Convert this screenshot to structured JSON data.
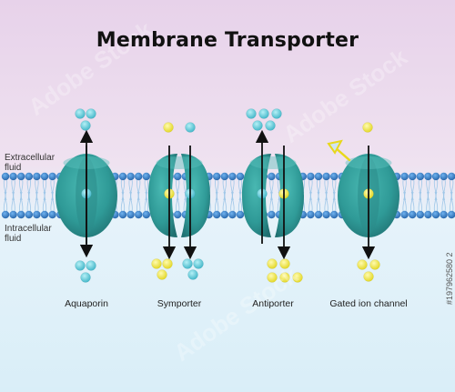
{
  "title": "Membrane Transporter",
  "labels": {
    "extracellular": [
      "Extracellular",
      "fluid"
    ],
    "intracellular": [
      "Intracellular",
      "fluid"
    ]
  },
  "transporters": [
    {
      "name": "Aquaporin"
    },
    {
      "name": "Symporter"
    },
    {
      "name": "Antiporter"
    },
    {
      "name": "Gated ion channel"
    }
  ],
  "watermark": "Adobe Stock",
  "stock_id": "#197962580 2",
  "colors": {
    "extracellular_bg": "#e9d9ec",
    "intracellular_bg": "#dff0f8",
    "protein": "#2f9a97",
    "phospholipid_head": "#3a80c8",
    "cyan_molecule": "#5cc6d6",
    "yellow_molecule": "#f1ea2e"
  }
}
